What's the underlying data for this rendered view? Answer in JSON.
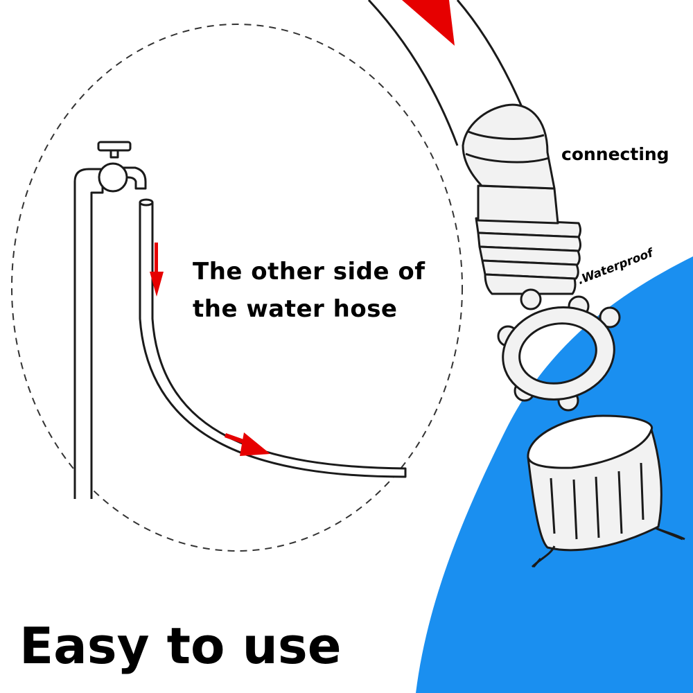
{
  "labels": {
    "caption_line_1": "The other side of",
    "caption_line_2": "the water hose",
    "connecting": "connecting",
    "waterproof": ".Waterproof",
    "headline": "Easy to use"
  },
  "icons": [
    "faucet-icon",
    "hose-icon",
    "flow-arrow-icon",
    "quick-connector-icon",
    "gasket-ring-icon",
    "end-cap-icon"
  ],
  "colors": {
    "background": "#ffffff",
    "accent_blue": "#1a8ff0",
    "arrow_red": "#e60000",
    "line": "#1a1a1a",
    "part_fill": "#f2f2f2"
  }
}
